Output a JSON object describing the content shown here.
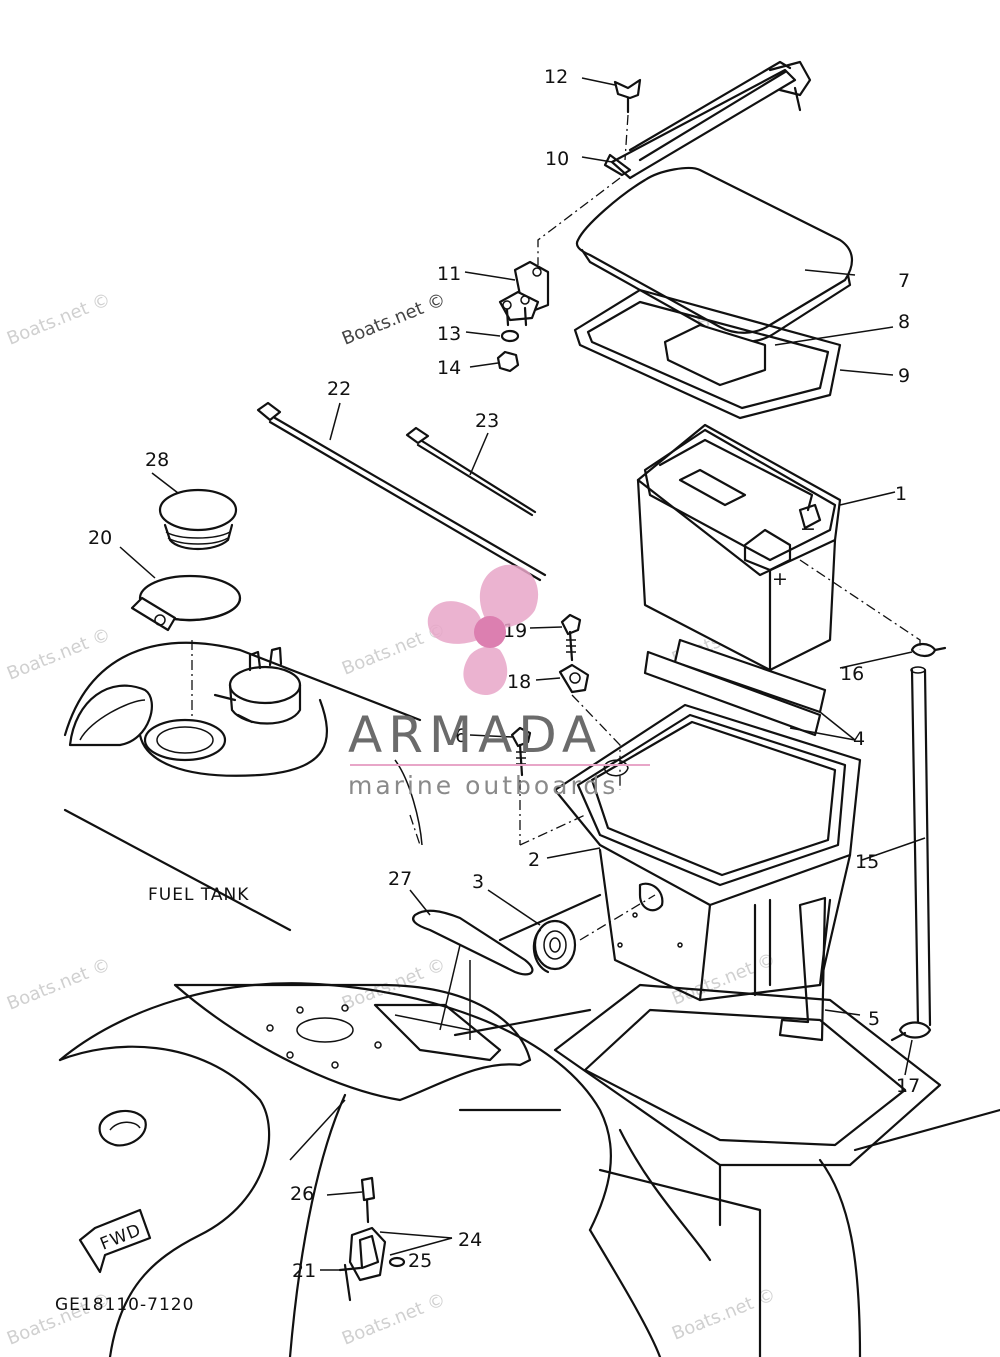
{
  "watermarks": [
    "Boats.net ©",
    "Boats.net ©",
    "Boats.net ©",
    "Boats.net ©",
    "Boats.net ©",
    "Boats.net ©",
    "Boats.net ©",
    "Boats.net ©",
    "Boats.net ©",
    "Boats.net ©",
    "Boats.net ©"
  ],
  "logo": {
    "name": "ARMADA",
    "tagline": "marine outboards",
    "pink": "#e8a6c8"
  },
  "labels": {
    "fuel_tank": "FUEL TANK",
    "fwd": "FWD",
    "diagram_code": "GE18110-7120"
  },
  "callouts": [
    "1",
    "2",
    "3",
    "4",
    "5",
    "6",
    "7",
    "8",
    "9",
    "10",
    "11",
    "12",
    "13",
    "14",
    "15",
    "16",
    "17",
    "18",
    "19",
    "20",
    "21",
    "22",
    "23",
    "24",
    "25",
    "26",
    "27",
    "28"
  ]
}
